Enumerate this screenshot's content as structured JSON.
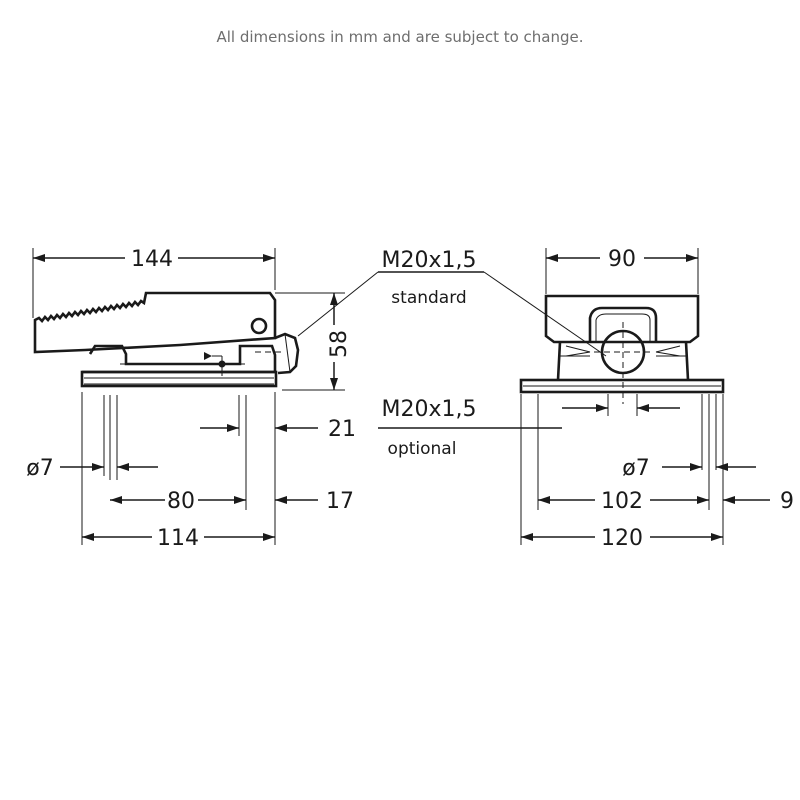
{
  "note": "All dimensions in mm and are subject to change.",
  "side_view": {
    "width_144": "144",
    "height_58": "58",
    "offset_21": "21",
    "hole_d7": "ø7",
    "spacing_80": "80",
    "offset_17": "17",
    "base_114": "114"
  },
  "cable_entry": {
    "standard_thread": "M20x1,5",
    "standard_label": "standard",
    "optional_thread": "M20x1,5",
    "optional_label": "optional"
  },
  "front_view": {
    "width_90": "90",
    "hole_d7": "ø7",
    "spacing_102": "102",
    "offset_9": "9",
    "base_120": "120"
  }
}
